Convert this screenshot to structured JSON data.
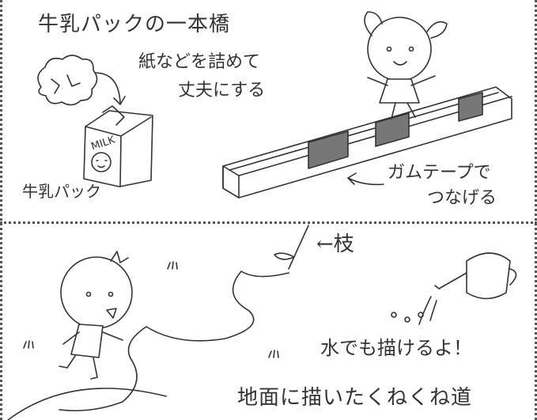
{
  "top_section": {
    "title": "牛乳パックの一本橋",
    "note_fill": "紙などを詰めて",
    "note_fill_2": "丈夫にする",
    "carton_text": "MILK",
    "carton_label": "牛乳パック",
    "tape_note": "ガムテープで",
    "tape_note_2": "つなげる"
  },
  "bottom_section": {
    "branch_label": "←枝",
    "water_note": "水でも描けるよ！",
    "title": "地面に描いたくねくね道"
  }
}
